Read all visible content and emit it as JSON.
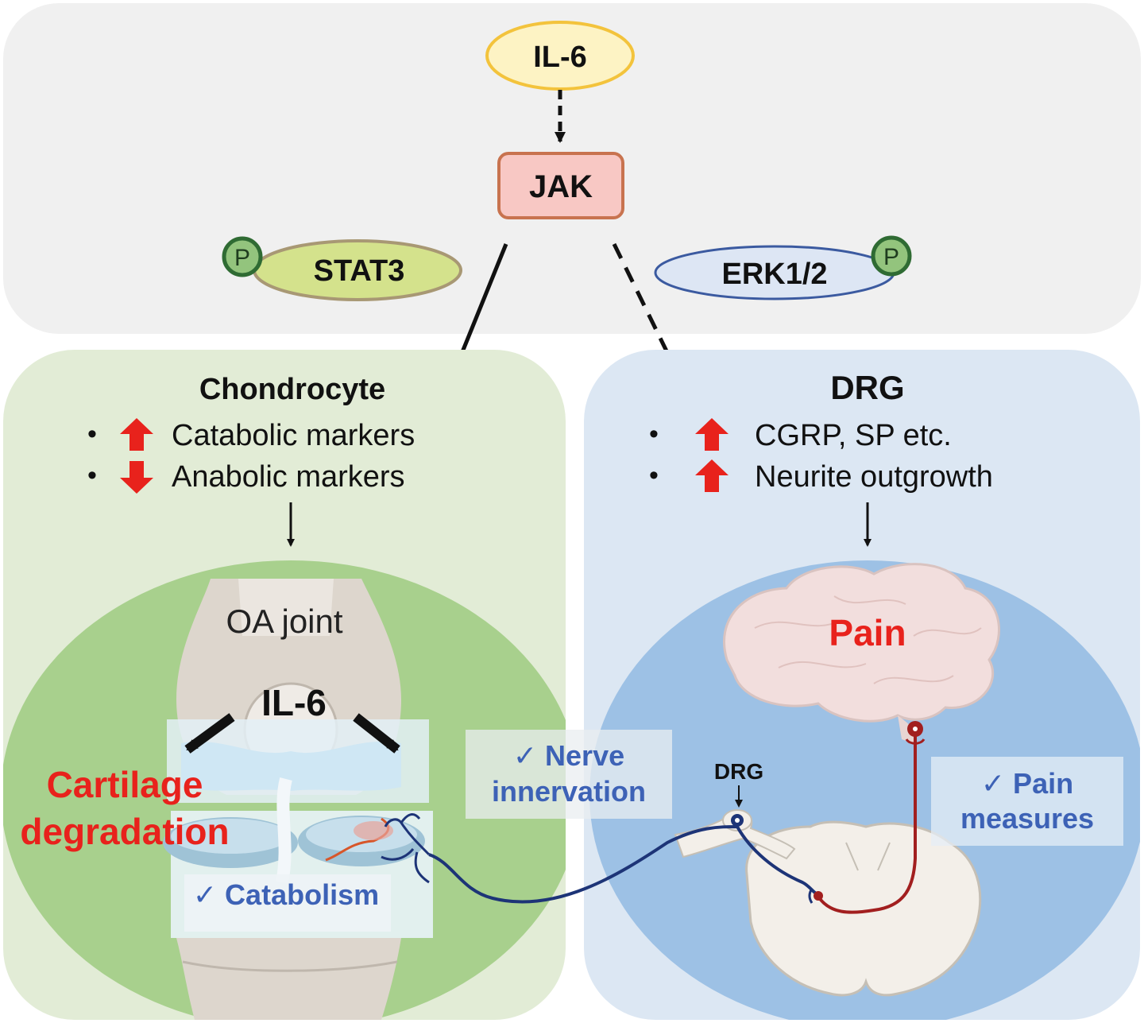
{
  "signaling": {
    "ligand": "IL-6",
    "kinase": "JAK",
    "stat3": "STAT3",
    "erk": "ERK1/2",
    "phospho": "P"
  },
  "chondrocyte": {
    "title": "Chondrocyte",
    "items": [
      {
        "label": "Catabolic markers",
        "direction": "up"
      },
      {
        "label": "Anabolic markers",
        "direction": "down"
      }
    ],
    "joint_label": "OA joint",
    "joint_cytokine": "IL-6",
    "outcome_line1": "Cartilage",
    "outcome_line2": "degradation",
    "check_catabolism": "✓ Catabolism"
  },
  "drg": {
    "title": "DRG",
    "items": [
      {
        "label": "CGRP, SP etc.",
        "direction": "up"
      },
      {
        "label": "Neurite outgrowth",
        "direction": "up"
      }
    ],
    "pain_label": "Pain",
    "ganglion_label": "DRG",
    "check_pain_line1": "✓ Pain",
    "check_pain_line2": "measures"
  },
  "nerve": {
    "line1": "✓ Nerve",
    "line2": "innervation"
  },
  "bullet": "•",
  "colors": {
    "top_panel": "#f0f0f0",
    "left_panel": "#e2ecd6",
    "left_circle": "#a8d08d",
    "right_panel": "#dce7f3",
    "right_circle": "#9dc1e5",
    "il6_fill": "#fdf3c4",
    "il6_stroke": "#f3c33c",
    "jak_fill": "#f8c8c4",
    "jak_stroke": "#c8734f",
    "stat3_fill": "#d4e28c",
    "stat3_stroke": "#a89874",
    "erk_fill": "#dde6f4",
    "erk_stroke": "#3b5aa0",
    "p_fill": "#93c47d",
    "p_stroke": "#2f6b33",
    "red": "#e8221c",
    "check_blue": "#3d62b6",
    "nerve_blue": "#1d3477",
    "nerve_red": "#a21f1f"
  }
}
